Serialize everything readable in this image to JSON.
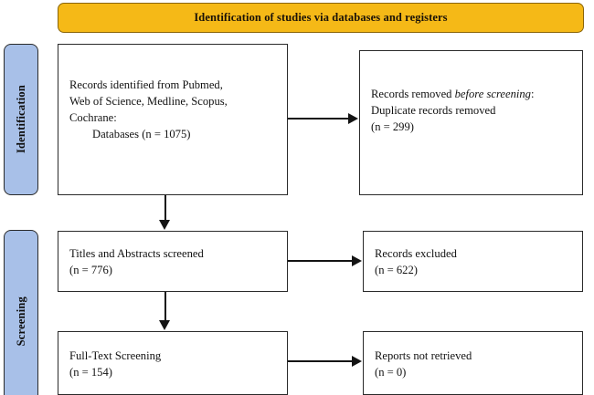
{
  "header": {
    "title": "Identification of studies via databases and registers",
    "background_color": "#F5B917"
  },
  "stages": [
    {
      "id": "identification",
      "label": "Identification",
      "color": "#A8C0E8"
    },
    {
      "id": "screening",
      "label": "Screening",
      "color": "#A8C0E8"
    }
  ],
  "boxes": {
    "records_identified": {
      "line1": "Records identified from Pubmed,",
      "line2": "Web of Science, Medline, Scopus,",
      "line3": "Cochrane:",
      "line4": "Databases (n = 1075)",
      "count": 1075
    },
    "records_removed": {
      "line1_pre": "Records removed ",
      "line1_em": "before screening",
      "line1_post": ":",
      "line2": "Duplicate records removed",
      "line3": " (n = 299)",
      "count": 299
    },
    "titles_screened": {
      "line1": "Titles and Abstracts screened",
      "line2": "(n = 776)",
      "count": 776
    },
    "records_excluded": {
      "line1": "Records excluded",
      "line2": "(n = 622)",
      "count": 622
    },
    "fulltext_screening": {
      "line1": "Full-Text Screening",
      "line2": "(n = 154)",
      "count": 154
    },
    "reports_not_retrieved": {
      "line1": "Reports not retrieved",
      "line2": "(n = 0)",
      "count": 0
    }
  },
  "connectors": [
    {
      "name": "identified-to-removed",
      "direction": "right"
    },
    {
      "name": "identified-to-screened",
      "direction": "down"
    },
    {
      "name": "screened-to-excluded",
      "direction": "right"
    },
    {
      "name": "screened-to-fulltext",
      "direction": "down"
    },
    {
      "name": "fulltext-to-not-retrieved",
      "direction": "right"
    }
  ]
}
